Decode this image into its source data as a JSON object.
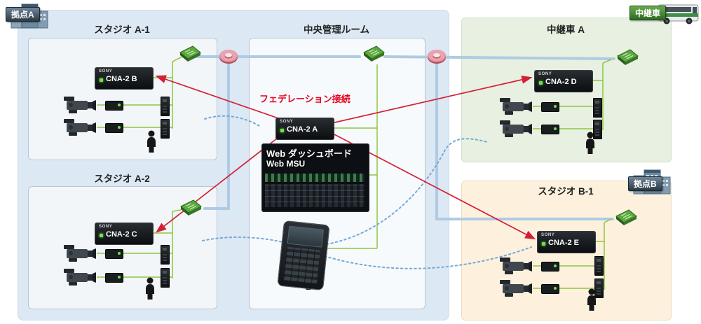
{
  "banners": {
    "site_a": "拠点A",
    "ob_van": "中継車",
    "site_b": "拠点B"
  },
  "sections": {
    "studio_a1": {
      "title": "スタジオ A-1",
      "device": {
        "brand": "SONY",
        "model": "CNA-2 B"
      }
    },
    "studio_a2": {
      "title": "スタジオ A-2",
      "device": {
        "brand": "SONY",
        "model": "CNA-2 C"
      }
    },
    "central": {
      "title": "中央管理ルーム",
      "federation_label": "フェデレーション接続",
      "device": {
        "brand": "SONY",
        "model": "CNA-2 A"
      },
      "dashboard": {
        "line1": "Web ダッシュボード",
        "line2": "Web MSU"
      }
    },
    "ob_van_a": {
      "title": "中継車 A",
      "device": {
        "brand": "SONY",
        "model": "CNA-2 D"
      }
    },
    "studio_b1": {
      "title": "スタジオ B-1",
      "device": {
        "brand": "SONY",
        "model": "CNA-2 E"
      }
    }
  },
  "colors": {
    "federation_red": "#d42037",
    "lan_green": "#8dc63f",
    "backbone_blue": "#aecbe3",
    "wireless_blue_dashed": "#74a9d8",
    "site_a_bg": "#dce8f3",
    "ob_van_bg": "#e7f0e1",
    "studio_b1_bg": "#fdf1dd",
    "switch_green": "#5aa93f",
    "router_pink": "#dd8795"
  },
  "icons": [
    "building-icon",
    "bus-icon",
    "network-switch-icon",
    "router-icon",
    "camera-icon",
    "camera-adapter-icon",
    "rcp-panel-icon",
    "person-icon"
  ]
}
